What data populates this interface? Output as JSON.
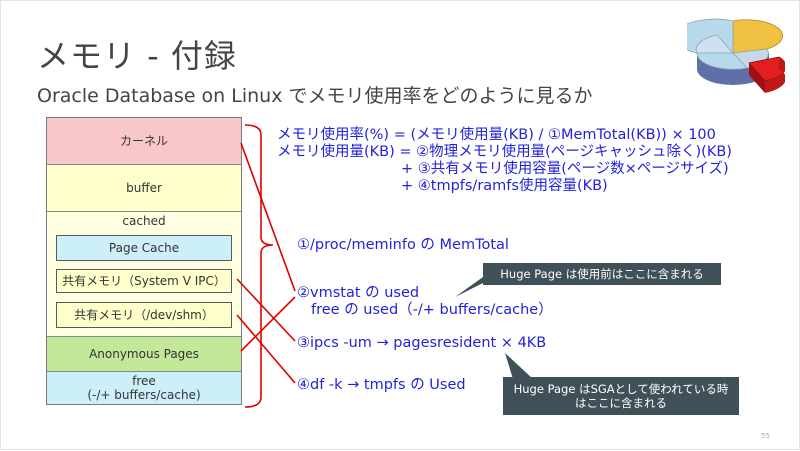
{
  "slide": {
    "title": "メモリ - 付録",
    "subtitle": "Oracle Database on Linux でメモリ使用率をどのように見るか",
    "page_number": "55"
  },
  "memory_blocks": {
    "kernel": "カーネル",
    "buffer": "buffer",
    "cached": "cached",
    "page_cache": "Page Cache",
    "sysv_ipc": "共有メモリ（System V IPC）",
    "dev_shm": "共有メモリ（/dev/shm）",
    "anonymous": "Anonymous Pages",
    "free_line1": "free",
    "free_line2": "(-/+ buffers/cache)"
  },
  "formula": {
    "line1": "メモリ使用率(%) = (メモリ使用量(KB) / ①MemTotal(KB)) × 100",
    "line2": "メモリ使用量(KB) = ②物理メモリ使用量(ページキャッシュ除く)(KB)",
    "line3": "+ ③共有メモリ使用容量(ページ数×ページサイズ)",
    "line4": "+ ④tmpfs/ramfs使用容量(KB)"
  },
  "sources": {
    "s1": "①/proc/meminfo の MemTotal",
    "s2_line1": "②vmstat の used",
    "s2_line2": "free の used（-/+ buffers/cache）",
    "s3": "③ipcs -um → pagesresident × 4KB",
    "s4": "④df -k → tmpfs の Used"
  },
  "callouts": {
    "c1": "Huge Page は使用前はここに含まれる",
    "c2_line1": "Huge Page はSGAとして使われている時",
    "c2_line2": "はここに含まれる"
  },
  "colors": {
    "formula_text": "#2222dd",
    "connector": "#e00000",
    "kernel": "#f8c8c8",
    "buffer": "#ffffcc",
    "page_cache": "#cdeff8",
    "anonymous": "#c4e89a",
    "callout_bg": "#3f5058"
  },
  "icons": {
    "logo": "pie-chart-icon"
  }
}
